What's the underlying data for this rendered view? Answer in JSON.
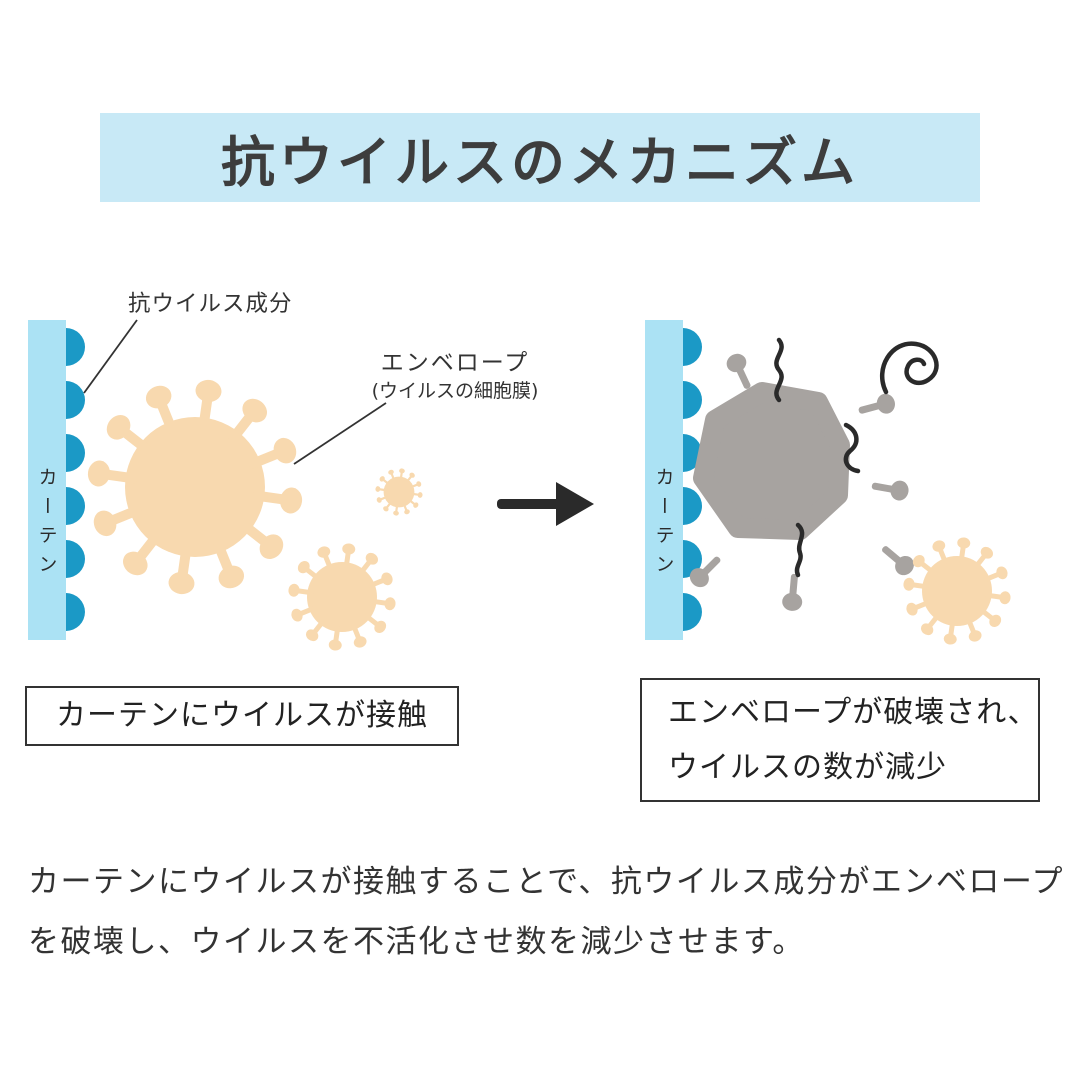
{
  "title": "抗ウイルスのメカニズム",
  "left_panel": {
    "curtain_label": "カーテン",
    "component_label": "抗ウイルス成分",
    "envelope_label": "エンベロープ",
    "envelope_sublabel": "(ウイルスの細胞膜)",
    "caption": "カーテンにウイルスが接触"
  },
  "right_panel": {
    "curtain_label": "カーテン",
    "caption_line1": "エンベロープが破壊され、",
    "caption_line2": "ウイルスの数が減少"
  },
  "footer": {
    "line1": "カーテンにウイルスが接触することで、抗ウイルス成分がエンベロープ",
    "line2": "を破壊し、ウイルスを不活化させ数を減少させます。"
  },
  "colors": {
    "banner_bg": "#c8e9f6",
    "curtain": "#abe2f4",
    "antiviral_bump": "#1b99c6",
    "virus_body": "#f8d9af",
    "destroyed_virus": "#a7a3a0",
    "text": "#333333"
  }
}
